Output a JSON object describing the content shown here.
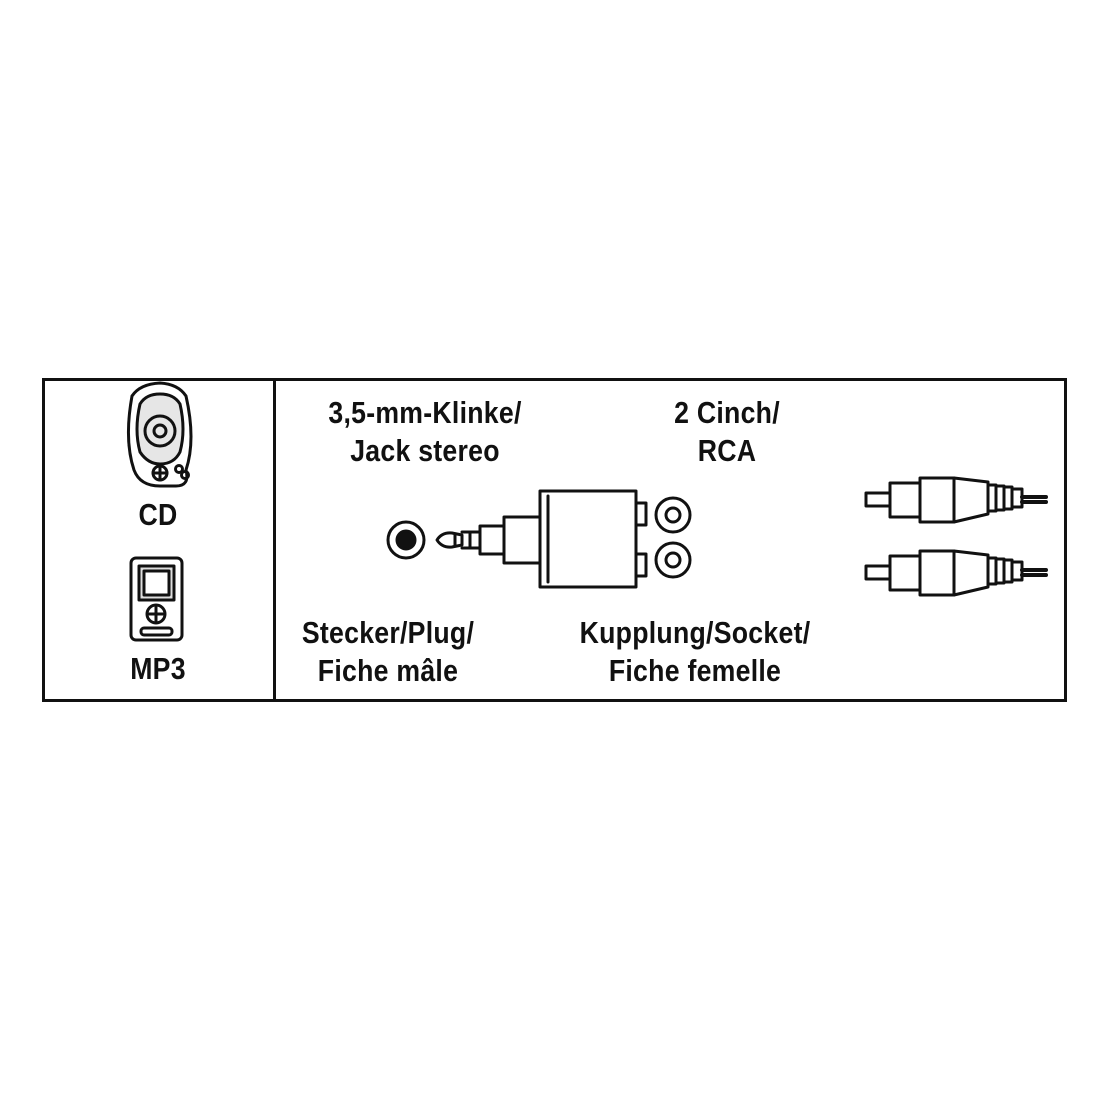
{
  "devices": {
    "cd_label": "CD",
    "mp3_label": "MP3"
  },
  "plug": {
    "title_line1": "3,5-mm-Klinke/",
    "title_line2": "Jack stereo",
    "type_line1": "Stecker/Plug/",
    "type_line2": "Fiche mâle"
  },
  "socket": {
    "title_line1": "2 Cinch/",
    "title_line2": "RCA",
    "type_line1": "Kupplung/Socket/",
    "type_line2": "Fiche femelle"
  },
  "colors": {
    "line": "#111111",
    "background": "#ffffff"
  },
  "icons": [
    "cd-player-icon",
    "mp3-player-icon",
    "jack-socket-icon",
    "jack-plug-adapter-icon",
    "rca-socket-icon",
    "rca-plug-cable-icon"
  ]
}
